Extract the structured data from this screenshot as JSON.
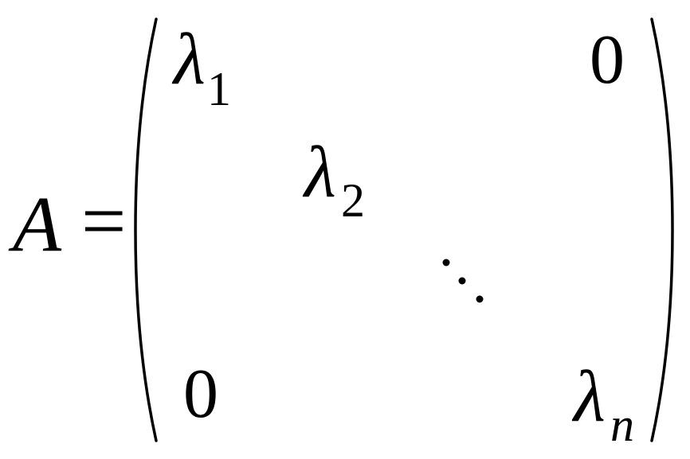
{
  "equation": {
    "lhs": "A",
    "equals": "=",
    "matrix": {
      "entry_11": {
        "base": "λ",
        "subscript": "1"
      },
      "entry_22": {
        "base": "λ",
        "subscript": "2"
      },
      "entry_nn": {
        "base": "λ",
        "subscript": "n"
      },
      "zero_top_right": "0",
      "zero_bottom_left": "0"
    }
  }
}
